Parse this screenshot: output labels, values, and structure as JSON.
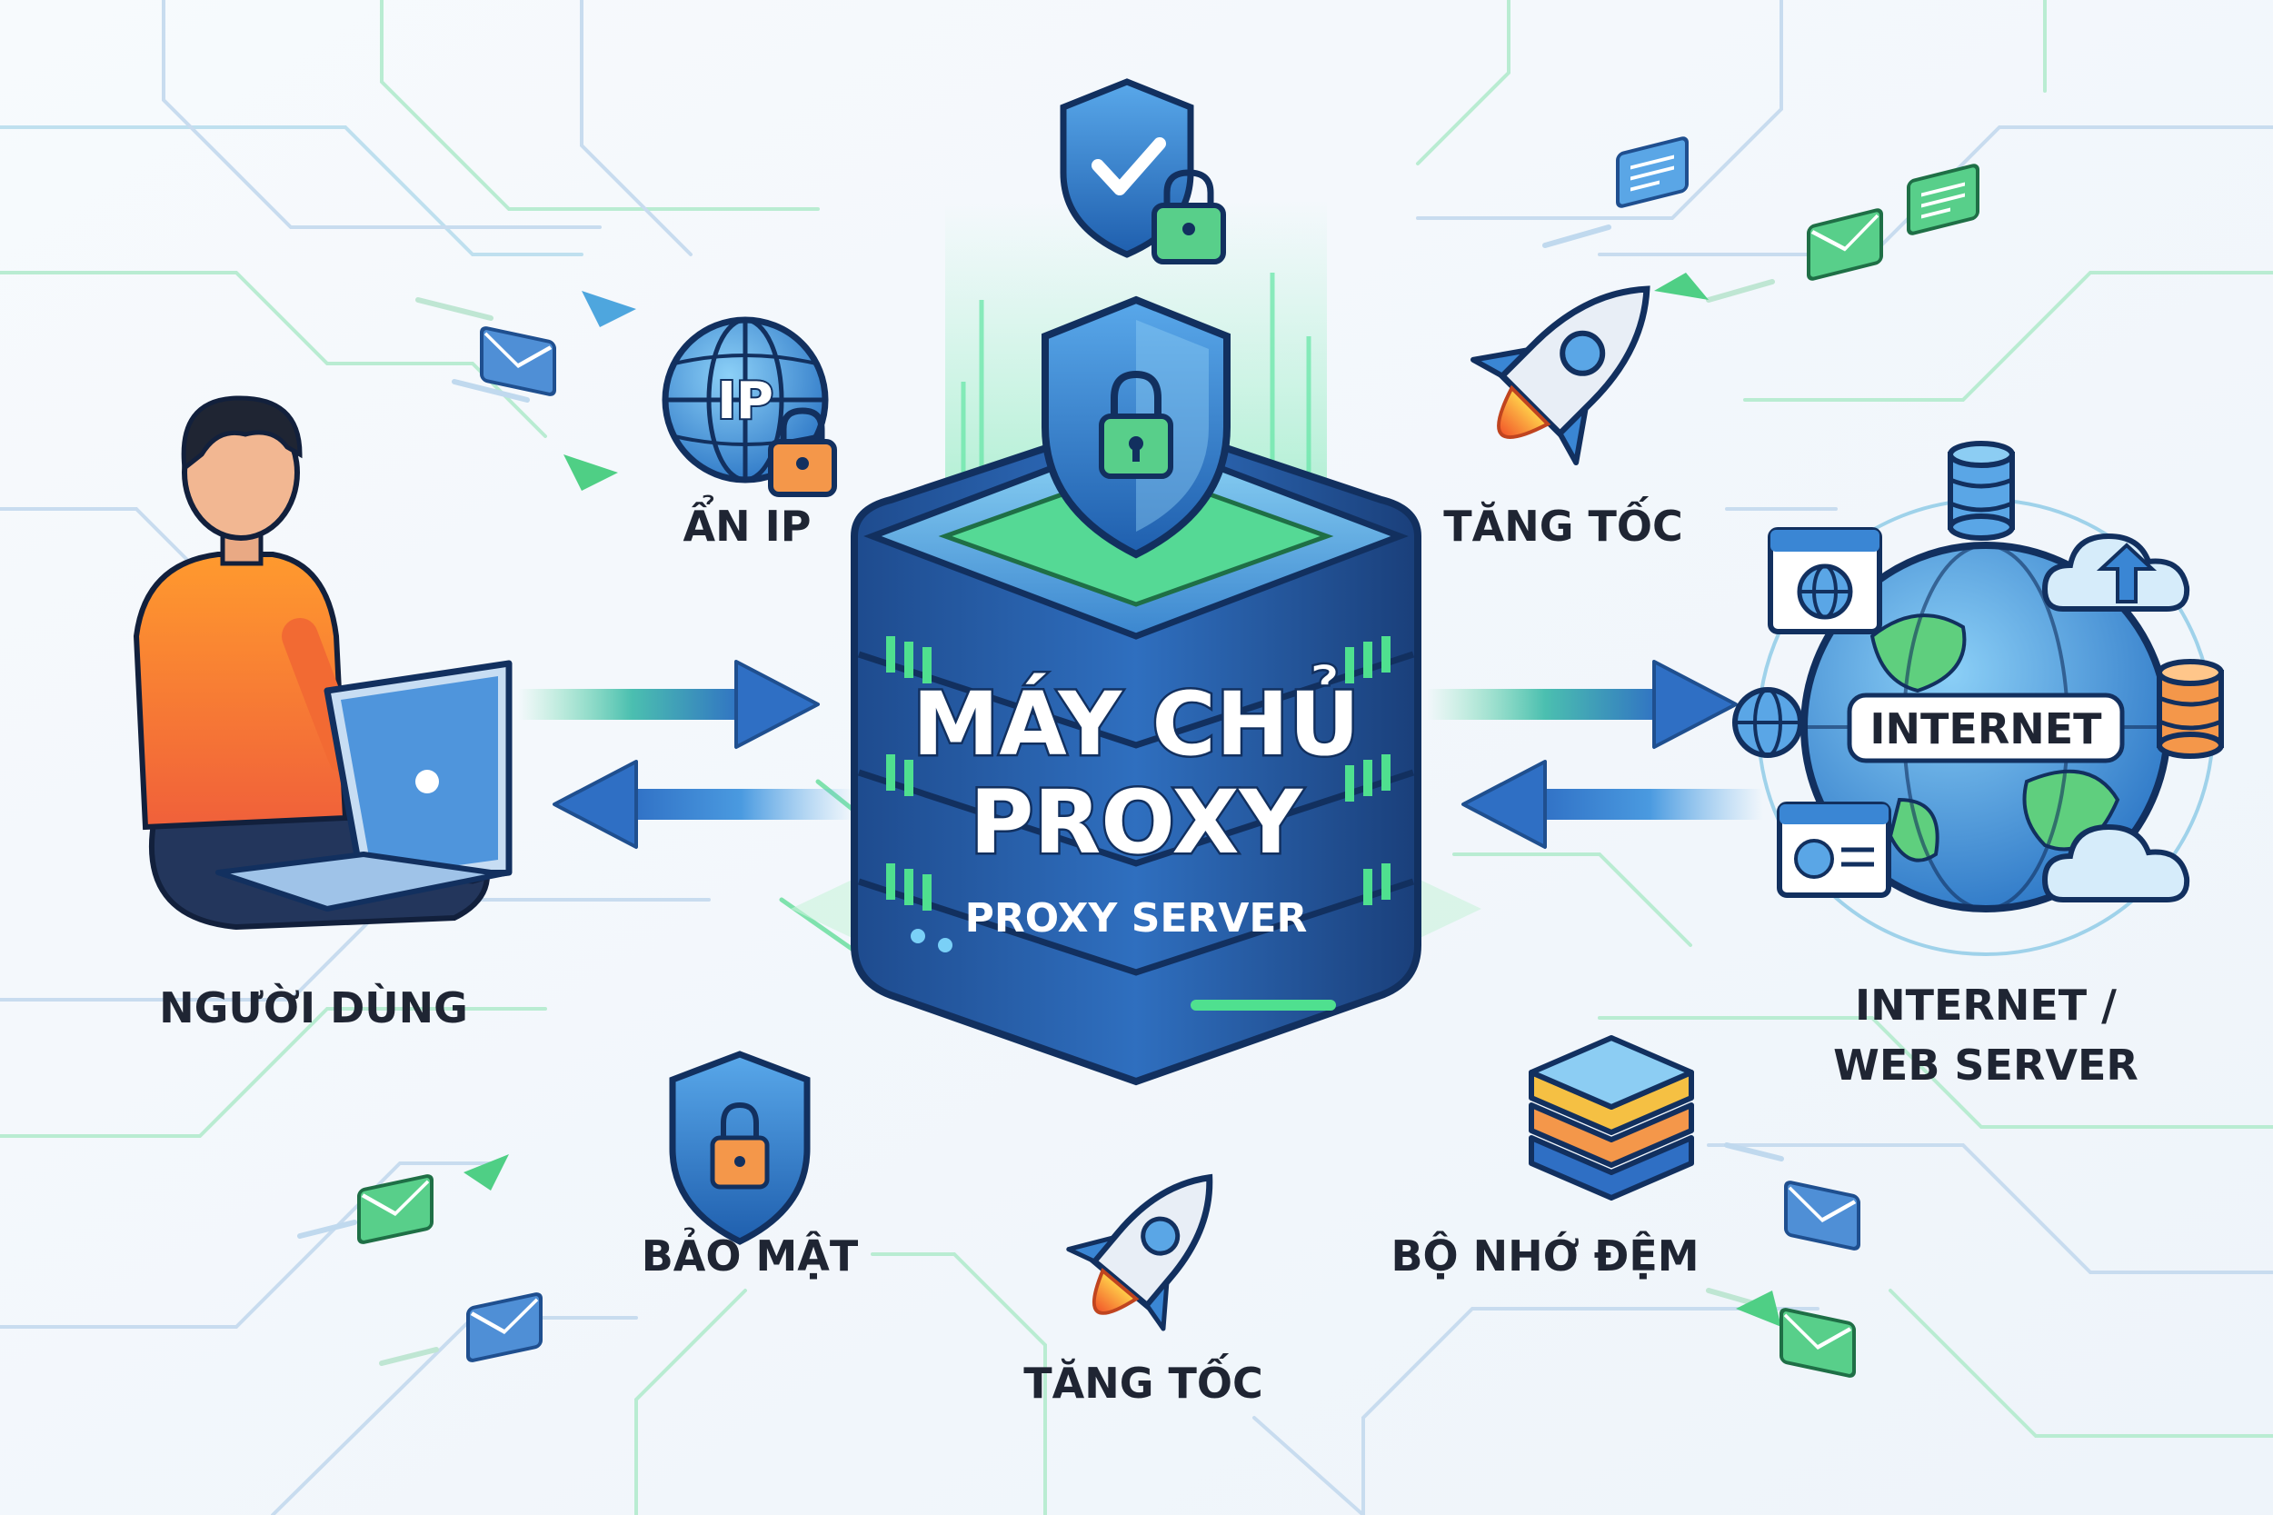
{
  "center": {
    "title_line1": "MÁY CHỦ",
    "title_line2": "PROXY",
    "subtitle": "PROXY SERVER"
  },
  "user": {
    "label": "NGƯỜI DÙNG"
  },
  "internet": {
    "globe_label": "INTERNET",
    "label_line1": "INTERNET /",
    "label_line2": "WEB SERVER"
  },
  "features": {
    "hide_ip": {
      "label": "ẨN IP",
      "badge": "IP"
    },
    "speed_top": {
      "label": "TĂNG TỐC"
    },
    "security": {
      "label": "BẢO MẬT"
    },
    "cache": {
      "label": "BỘ NHỚ ĐỆM"
    },
    "speed_bottom": {
      "label": "TĂNG TỐC"
    }
  },
  "colors": {
    "blue_dark": "#1f4f8f",
    "blue": "#3a86d4",
    "green": "#3fc979",
    "orange": "#f27a2a",
    "ink": "#1f2533"
  }
}
